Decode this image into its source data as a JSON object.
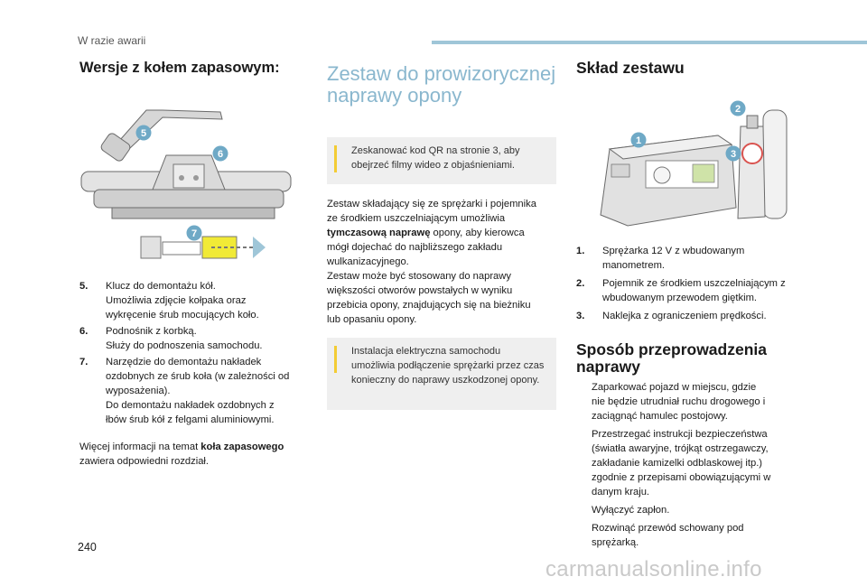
{
  "header": {
    "section": "W razie awarii"
  },
  "col1": {
    "title": "Wersje z kołem zapasowym:",
    "callouts": [
      "5",
      "6",
      "7"
    ],
    "items": [
      {
        "num": "5.",
        "lines": [
          "Klucz do demontażu kół.",
          "Umożliwia zdjęcie kołpaka oraz",
          "wykręcenie śrub mocujących koło."
        ]
      },
      {
        "num": "6.",
        "lines": [
          "Podnośnik z korbką.",
          "Służy do podnoszenia samochodu."
        ]
      },
      {
        "num": "7.",
        "lines": [
          "Narzędzie do demontażu nakładek",
          "ozdobnych ze śrub koła (w zależności od",
          "wyposażenia).",
          "Do demontażu nakładek ozdobnych z",
          "łbów śrub kół z felgami aluminiowymi."
        ]
      }
    ],
    "footer_pre": "Więcej informacji na temat ",
    "footer_bold": "koła zapasowego",
    "footer_post": "zawiera odpowiedni rozdział."
  },
  "col2": {
    "title_line1": "Zestaw do prowizorycznej",
    "title_line2": "naprawy opony",
    "note1": [
      "Zeskanować kod QR na stronie 3, aby",
      "obejrzeć filmy wideo z objaśnieniami."
    ],
    "para_lines": [
      "Zestaw składający się ze sprężarki i pojemnika",
      "ze środkiem uszczelniającym umożliwia"
    ],
    "para_bold": "tymczasową naprawę",
    "para_bold_after": " opony, aby kierowca",
    "para_lines2": [
      "mógł dojechać do najbliższego zakładu",
      "wulkanizacyjnego.",
      "Zestaw może być stosowany do naprawy",
      "większości otworów powstałych w wyniku",
      "przebicia opony, znajdujących się na bieżniku",
      "lub opasaniu opony."
    ],
    "note2": [
      "Instalacja elektryczna samochodu",
      "umożliwia podłączenie sprężarki przez czas",
      "konieczny do naprawy uszkodzonej opony."
    ]
  },
  "col3": {
    "title": "Skład zestawu",
    "callouts": [
      "1",
      "2",
      "3"
    ],
    "items": [
      {
        "num": "1.",
        "lines": [
          "Sprężarka 12 V z wbudowanym",
          "manometrem."
        ]
      },
      {
        "num": "2.",
        "lines": [
          "Pojemnik ze środkiem uszczelniającym z",
          "wbudowanym przewodem giętkim."
        ]
      },
      {
        "num": "3.",
        "lines": [
          "Naklejka z ograniczeniem prędkości."
        ]
      }
    ],
    "title2_line1": "Sposób przeprowadzenia",
    "title2_line2": "naprawy",
    "bullet_mark": "",
    "bullets": [
      [
        "Zaparkować pojazd w miejscu, gdzie",
        "nie będzie utrudniał ruchu drogowego i",
        "zaciągnąć hamulec postojowy."
      ],
      [
        "Przestrzegać instrukcji bezpieczeństwa",
        "(światła awaryjne, trójkąt ostrzegawczy,",
        "zakładanie kamizelki odblaskowej itp.)",
        "zgodnie z przepisami obowiązującymi w",
        "danym kraju."
      ],
      [
        "Wyłączyć zapłon."
      ],
      [
        "Rozwinąć przewód schowany pod",
        "sprężarką."
      ]
    ]
  },
  "page_number": "240",
  "watermark": "carmanualsonline.info",
  "colors": {
    "accent": "#8ab7ce",
    "note_bg": "#efefef",
    "note_bar": "#f3cc34",
    "callout": "#6fa9c6"
  }
}
